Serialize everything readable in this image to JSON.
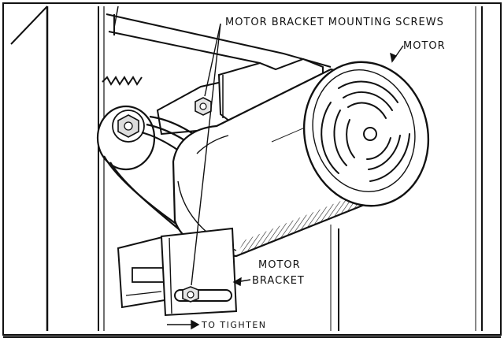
{
  "labels": {
    "mounting_screws": "MOTOR BRACKET MOUNTING SCREWS",
    "motor": "MOTOR",
    "bracket_line1": "MOTOR",
    "bracket_line2": "BRACKET",
    "tighten": "TO TIGHTEN"
  },
  "colors": {
    "ink": "#111111",
    "paper": "#ffffff",
    "shade": "#cfcfcf",
    "frame_bg": "#f3f3f3"
  }
}
